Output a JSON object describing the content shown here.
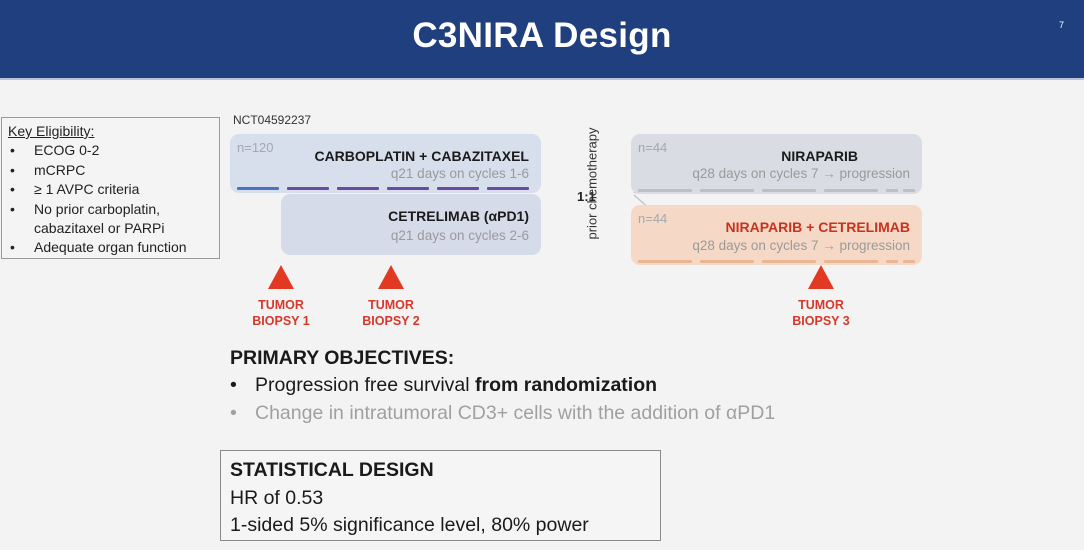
{
  "header": {
    "title": "C3NIRA Design",
    "slide_number": "7"
  },
  "eligibility": {
    "heading": "Key Eligibility:",
    "items": [
      "ECOG 0-2",
      "mCRPC",
      "≥ 1 AVPC criteria",
      "No prior carboplatin, cabazitaxel or PARPi",
      "Adequate organ function"
    ]
  },
  "trial_id": "NCT04592237",
  "arms": {
    "chemo": {
      "n": "n=120",
      "title": "CARBOPLATIN + CABAZITAXEL",
      "schedule": "q21 days on cycles 1-6"
    },
    "immuno": {
      "title": "CETRELIMAB (αPD1)",
      "schedule": "q21 days on cycles 2-6"
    },
    "niraparib": {
      "n": "n=44",
      "title": "NIRAPARIB",
      "schedule": "q28 days on cycles 7 → progression"
    },
    "combo": {
      "n": "n=44",
      "title": "NIRAPARIB + CETRELIMAB",
      "schedule": "q28 days on cycles 7 → progression"
    }
  },
  "randomization": {
    "ratio": "1:1",
    "stratification": "prior chemotherapy"
  },
  "biopsies": [
    {
      "line1": "TUMOR",
      "line2": "BIOPSY 1"
    },
    {
      "line1": "TUMOR",
      "line2": "BIOPSY 2"
    },
    {
      "line1": "TUMOR",
      "line2": "BIOPSY 3"
    }
  ],
  "objectives": {
    "title": "PRIMARY OBJECTIVES:",
    "item1_text": "Progression free survival ",
    "item1_bold": "from randomization",
    "item2": "Change in intratumoral CD3+ cells with the addition of αPD1"
  },
  "statistics": {
    "title": "STATISTICAL DESIGN",
    "line1": "HR of 0.53",
    "line2": "1-sided 5% significance level, 80% power"
  },
  "colors": {
    "header_bg": "#1f3f7f",
    "arm_blue": "#d7deec",
    "arm_gray": "#d9dce2",
    "arm_orange": "#f5d9c6",
    "accent_red": "#e23a22",
    "dash_purple": "#6b4ba1",
    "dash_blue": "#4a74c3"
  }
}
